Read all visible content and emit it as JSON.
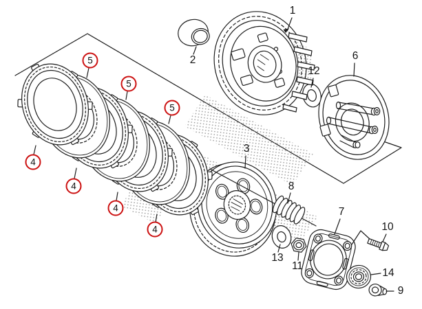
{
  "diagram": {
    "background_color": "#ffffff",
    "line_color": "#1c1c1c",
    "callout_ring_color": "#cc1111",
    "halftone_dot_color": "#969696",
    "part_labels": {
      "p1": "1",
      "p2": "2",
      "p3": "3",
      "p6": "6",
      "p7": "7",
      "p8": "8",
      "p9": "9",
      "p10": "10",
      "p11": "11",
      "p12": "12",
      "p13": "13",
      "p14": "14"
    },
    "circled_callouts": {
      "c4": "4",
      "c5": "5"
    }
  }
}
